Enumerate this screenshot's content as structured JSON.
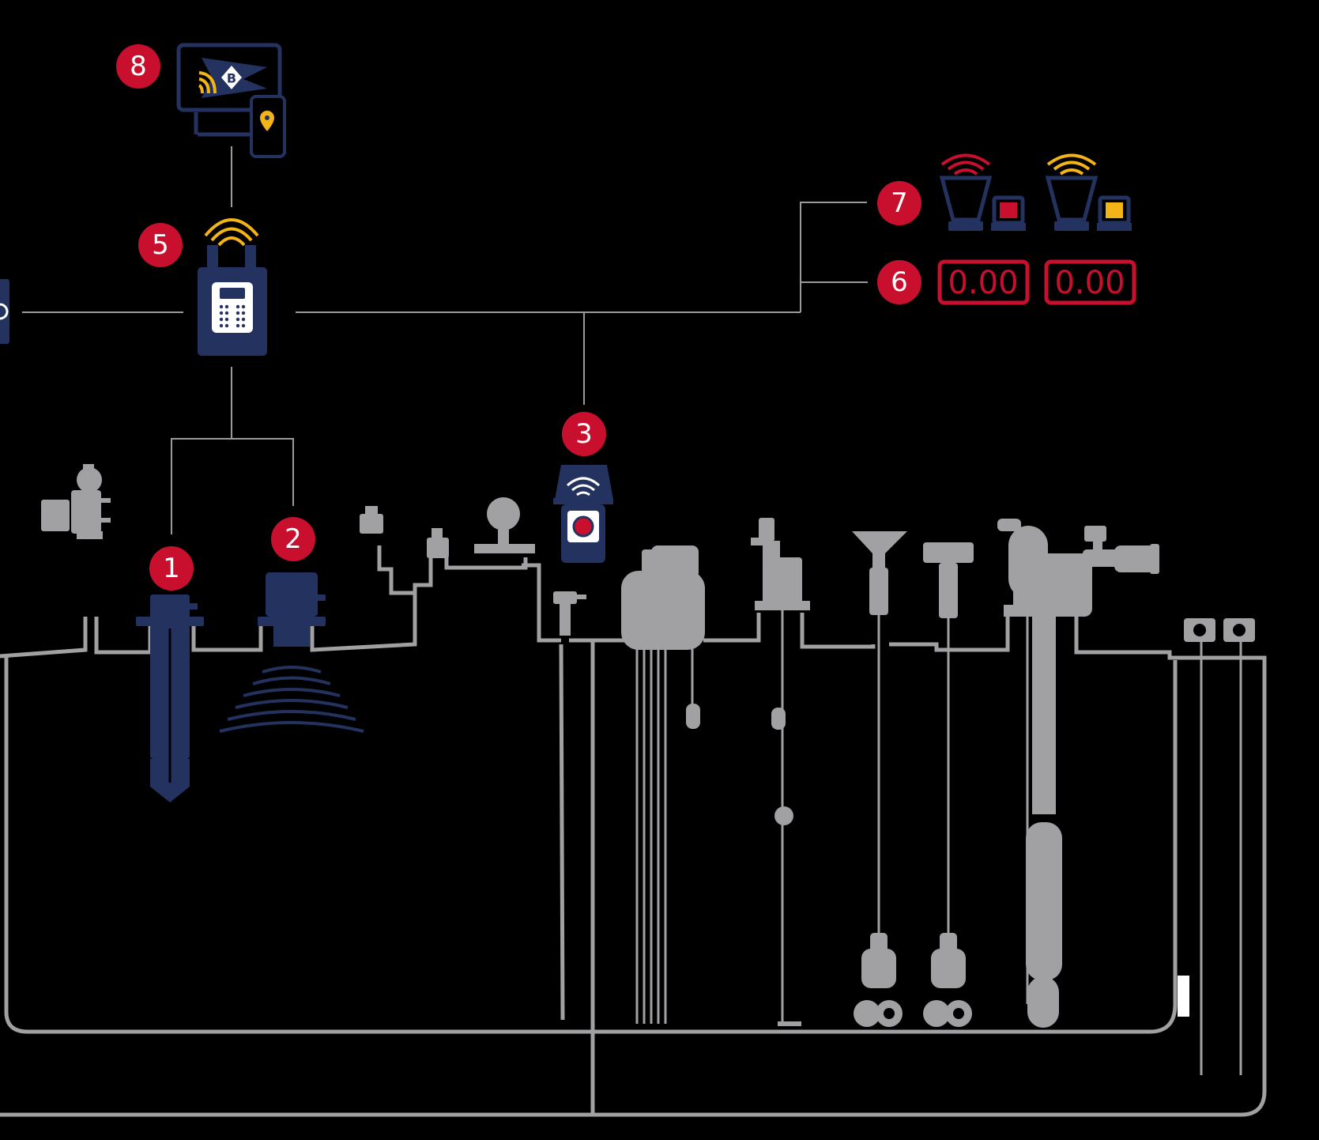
{
  "colors": {
    "background": "#000000",
    "navy": "#24325f",
    "red": "#c8102e",
    "yellow": "#f2b417",
    "grey": "#a1a1a4"
  },
  "badges": {
    "b1": "1",
    "b2": "2",
    "b3": "3",
    "b5": "5",
    "b6": "6",
    "b7": "7",
    "b8": "8"
  },
  "displays": {
    "d1": "0.00",
    "d2": "0.00"
  },
  "icons": {
    "b8": "computer-monitor-icon",
    "b8b": "smartphone-location-icon",
    "b5": "wireless-controller-icon",
    "b3": "wireless-emergency-stop-icon",
    "b7": "alarm-beacon-icon",
    "b6": "digital-display-icon",
    "b2": "radar-level-sensor-icon",
    "b1": "probe-sensor-icon"
  },
  "logo": {
    "letter": "B"
  }
}
